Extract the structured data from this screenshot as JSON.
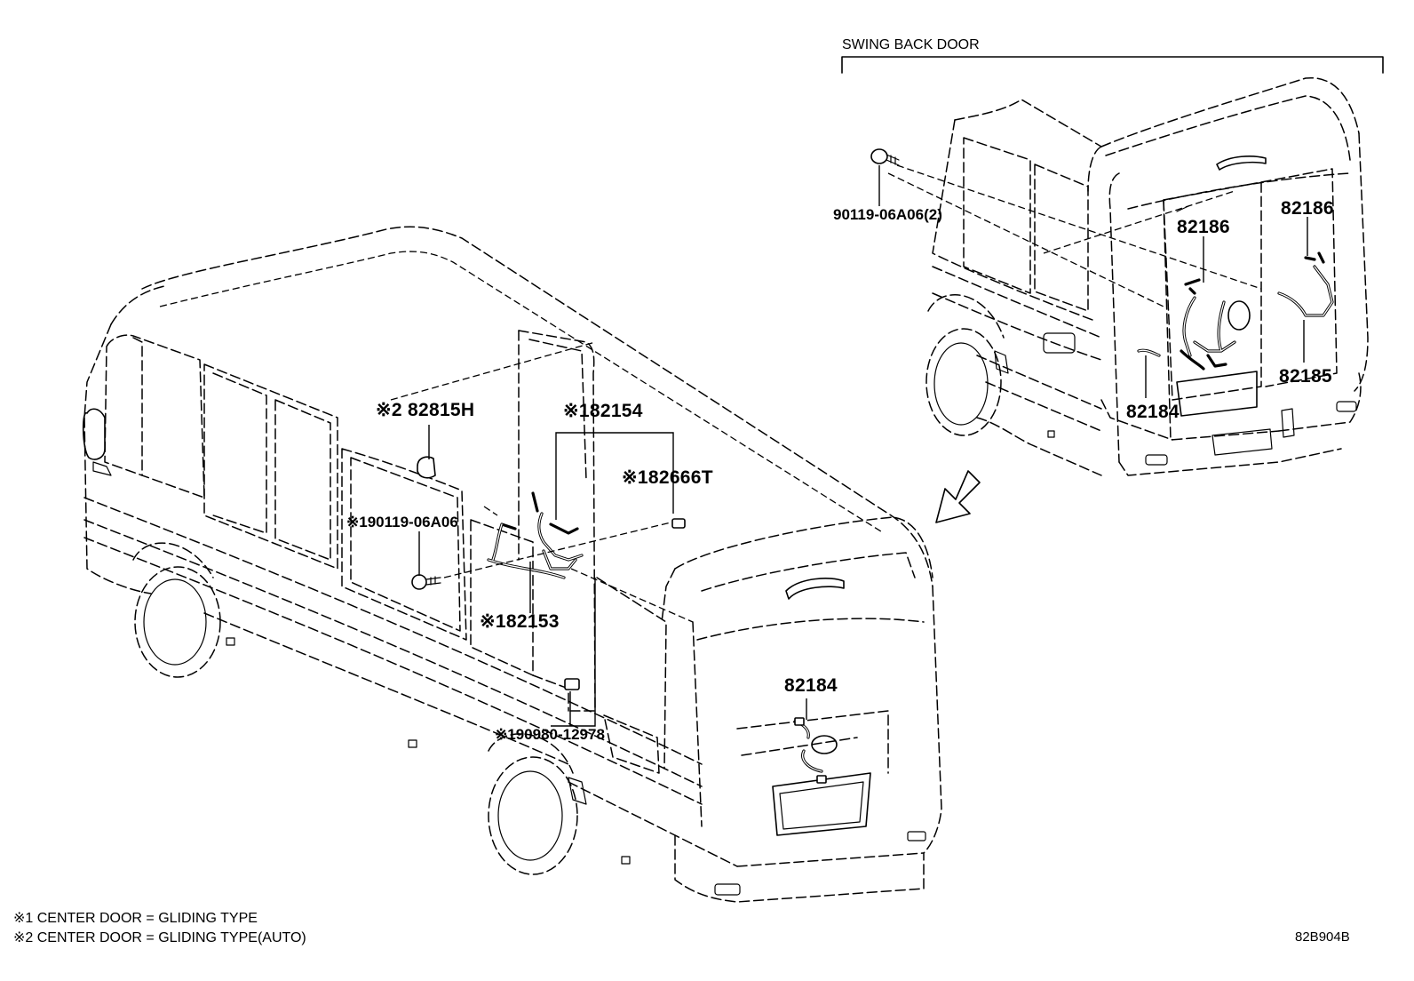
{
  "diagram": {
    "inset_title": "SWING BACK DOOR",
    "labels": {
      "p82815H": "※2 82815H",
      "p82154": "※182154",
      "p82666T": "※182666T",
      "p90119a": "※190119-06A06",
      "p82153": "※182153",
      "p90980": "※190980-12978",
      "p82184_main": "82184",
      "p90119b": "90119-06A06(2)",
      "p82186_left": "82186",
      "p82186_right": "82186",
      "p82184_inset": "82184",
      "p82185": "82185"
    },
    "notes": [
      "※1 CENTER DOOR = GLIDING TYPE",
      "※2 CENTER DOOR = GLIDING TYPE(AUTO)"
    ],
    "drawing_code": "82B904B"
  }
}
